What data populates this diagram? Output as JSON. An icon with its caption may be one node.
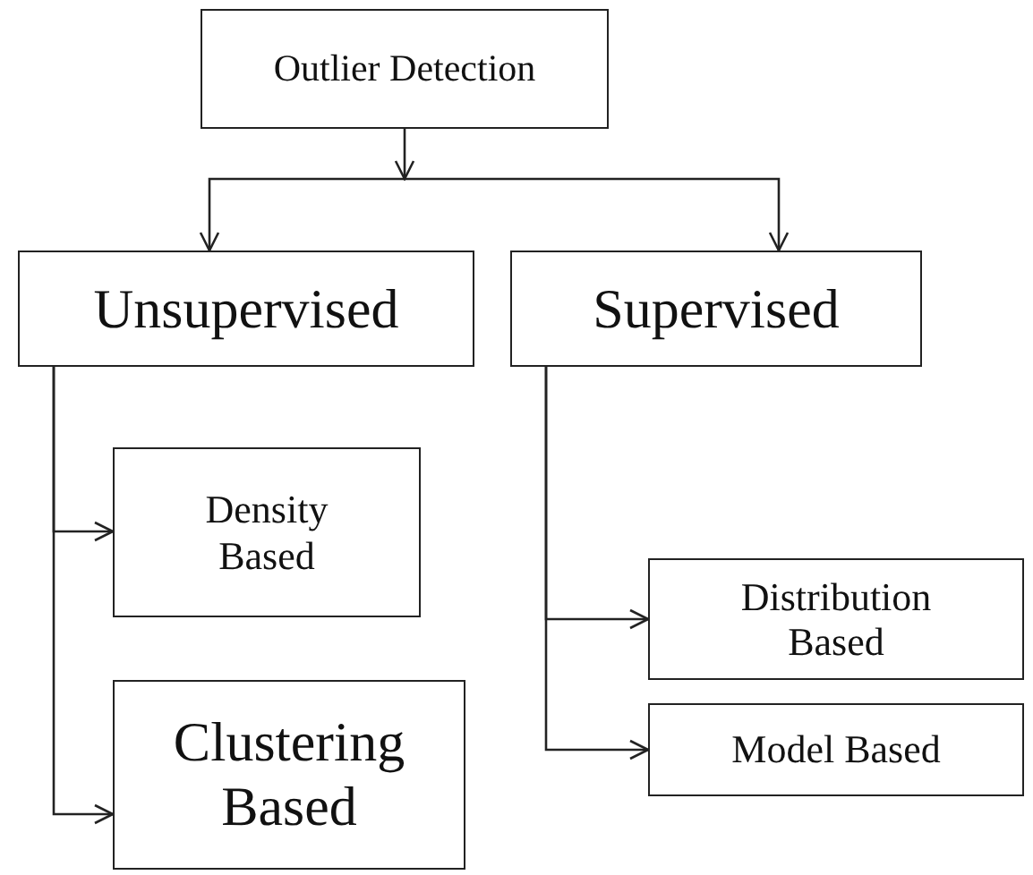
{
  "diagram": {
    "nodes": [
      {
        "text": [
          "Outlier Detection"
        ]
      },
      {
        "text": [
          "Unsupervised"
        ]
      },
      {
        "text": [
          "Supervised"
        ]
      },
      {
        "text": [
          "Density Based"
        ]
      },
      {
        "text": [
          "Clustering Based"
        ]
      },
      {
        "text": [
          "Distribution Based"
        ]
      },
      {
        "text": [
          "Model Based"
        ]
      }
    ],
    "edges": [
      {
        "from": 0,
        "to": 1,
        "arrow": "to"
      },
      {
        "from": 0,
        "to": 2,
        "arrow": "to"
      },
      {
        "from": 1,
        "to": 3,
        "arrow": "to"
      },
      {
        "from": 1,
        "to": 4,
        "arrow": "to"
      },
      {
        "from": 2,
        "to": 5,
        "arrow": "to"
      },
      {
        "from": 2,
        "to": 6,
        "arrow": "to"
      }
    ]
  }
}
